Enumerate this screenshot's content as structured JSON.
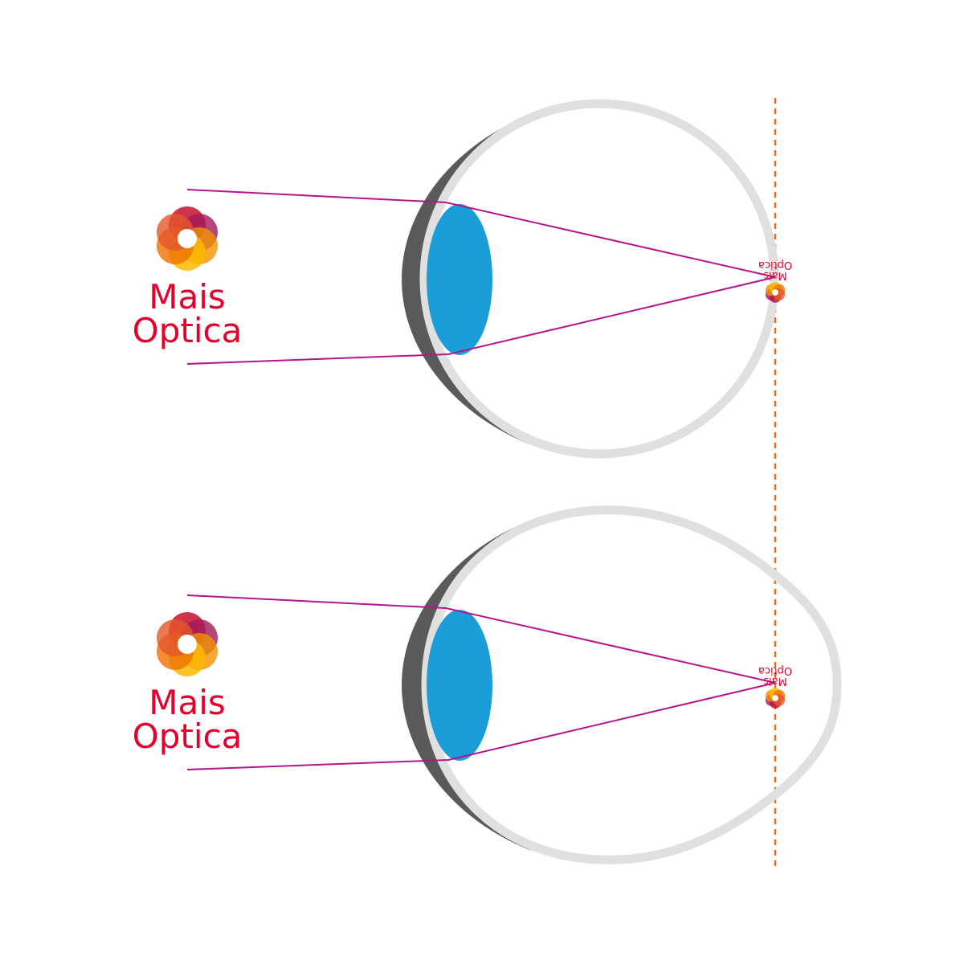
{
  "brand": {
    "line1": "Mais",
    "line2": "Optica"
  },
  "colors": {
    "background": "#ffffff",
    "eye_wall": "#e0e0e0",
    "cornea": "#5a5a5a",
    "lens": "#1b9dd9",
    "light_ray": "#b3168c",
    "retina_reference_line": "#e86a1e",
    "brand_text": "#e4002b"
  },
  "logo": {
    "petal_colors": [
      "#c8102e",
      "#e5562b",
      "#f39200",
      "#fbba00",
      "#a3195b",
      "#ee7203"
    ],
    "center_color": "#ffffff"
  },
  "panels": [
    {
      "id": "normal-eye",
      "eye_shape": "spherical"
    },
    {
      "id": "elongated-eye",
      "eye_shape": "elongated"
    }
  ]
}
